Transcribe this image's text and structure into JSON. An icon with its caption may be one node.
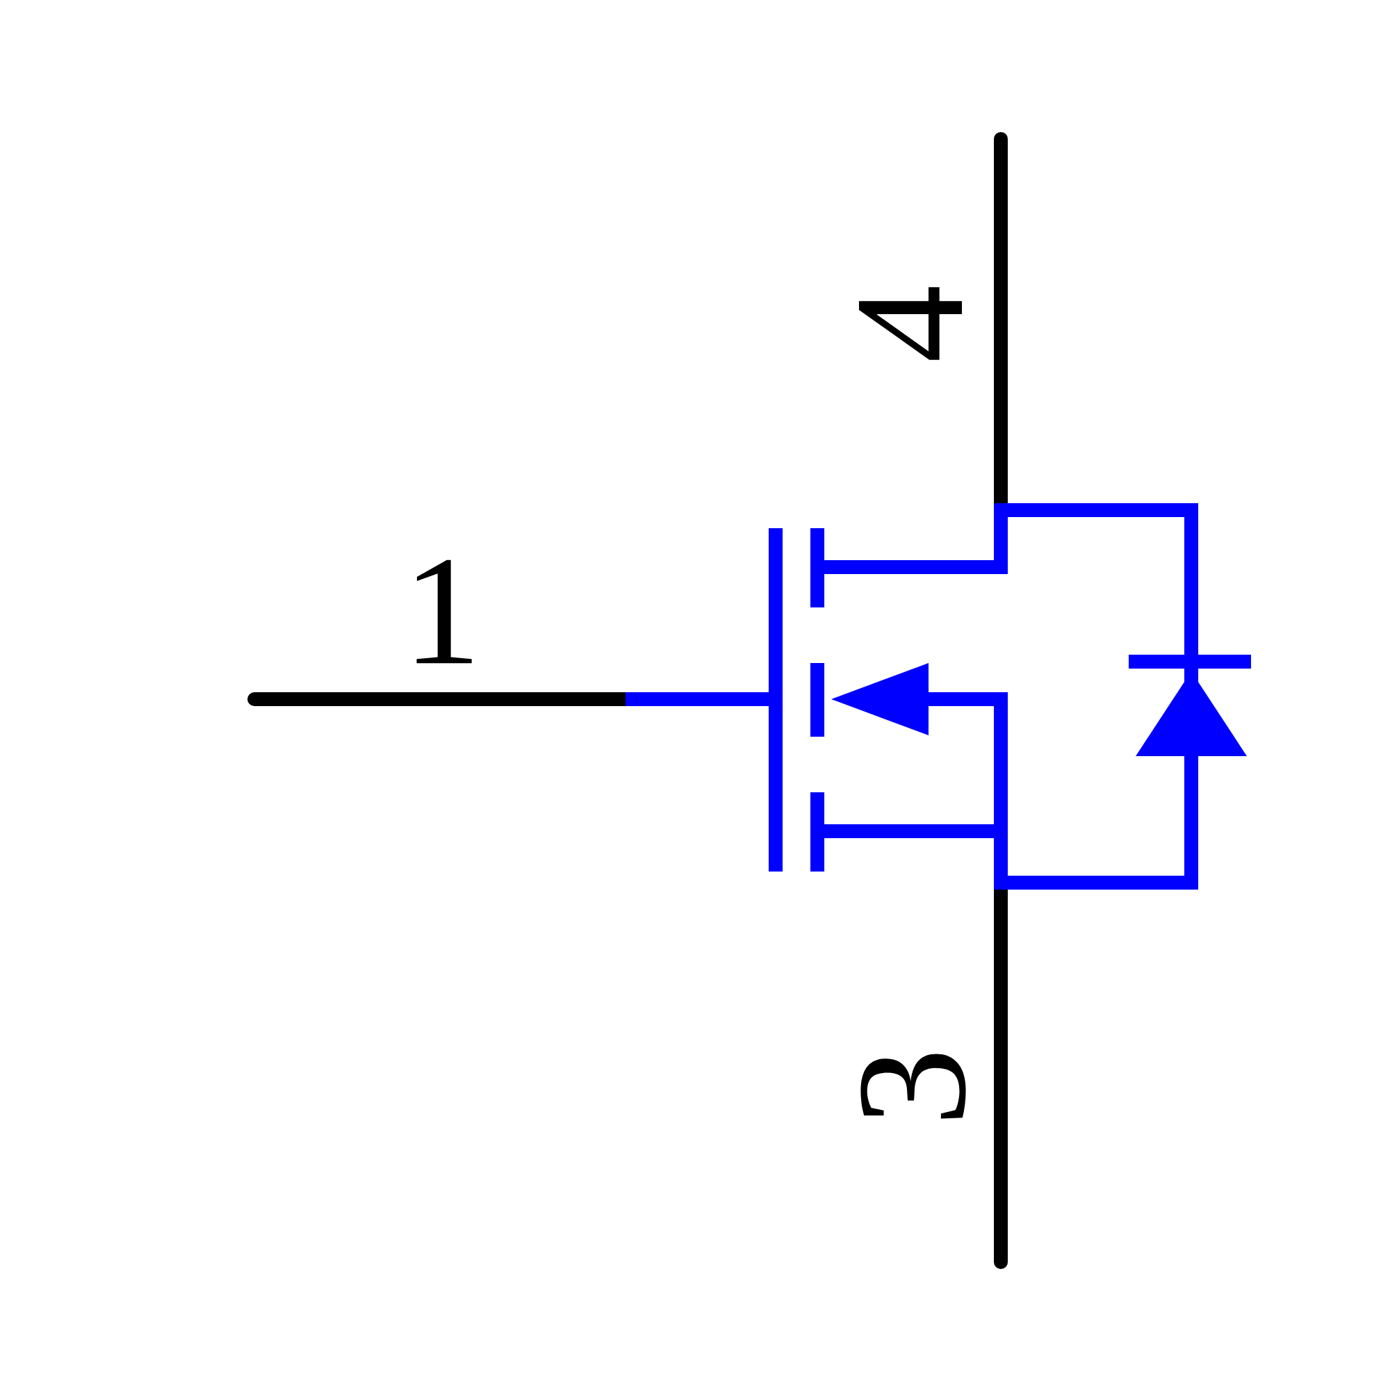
{
  "diagram": {
    "labels": [
      "1",
      "4",
      "3"
    ]
  }
}
